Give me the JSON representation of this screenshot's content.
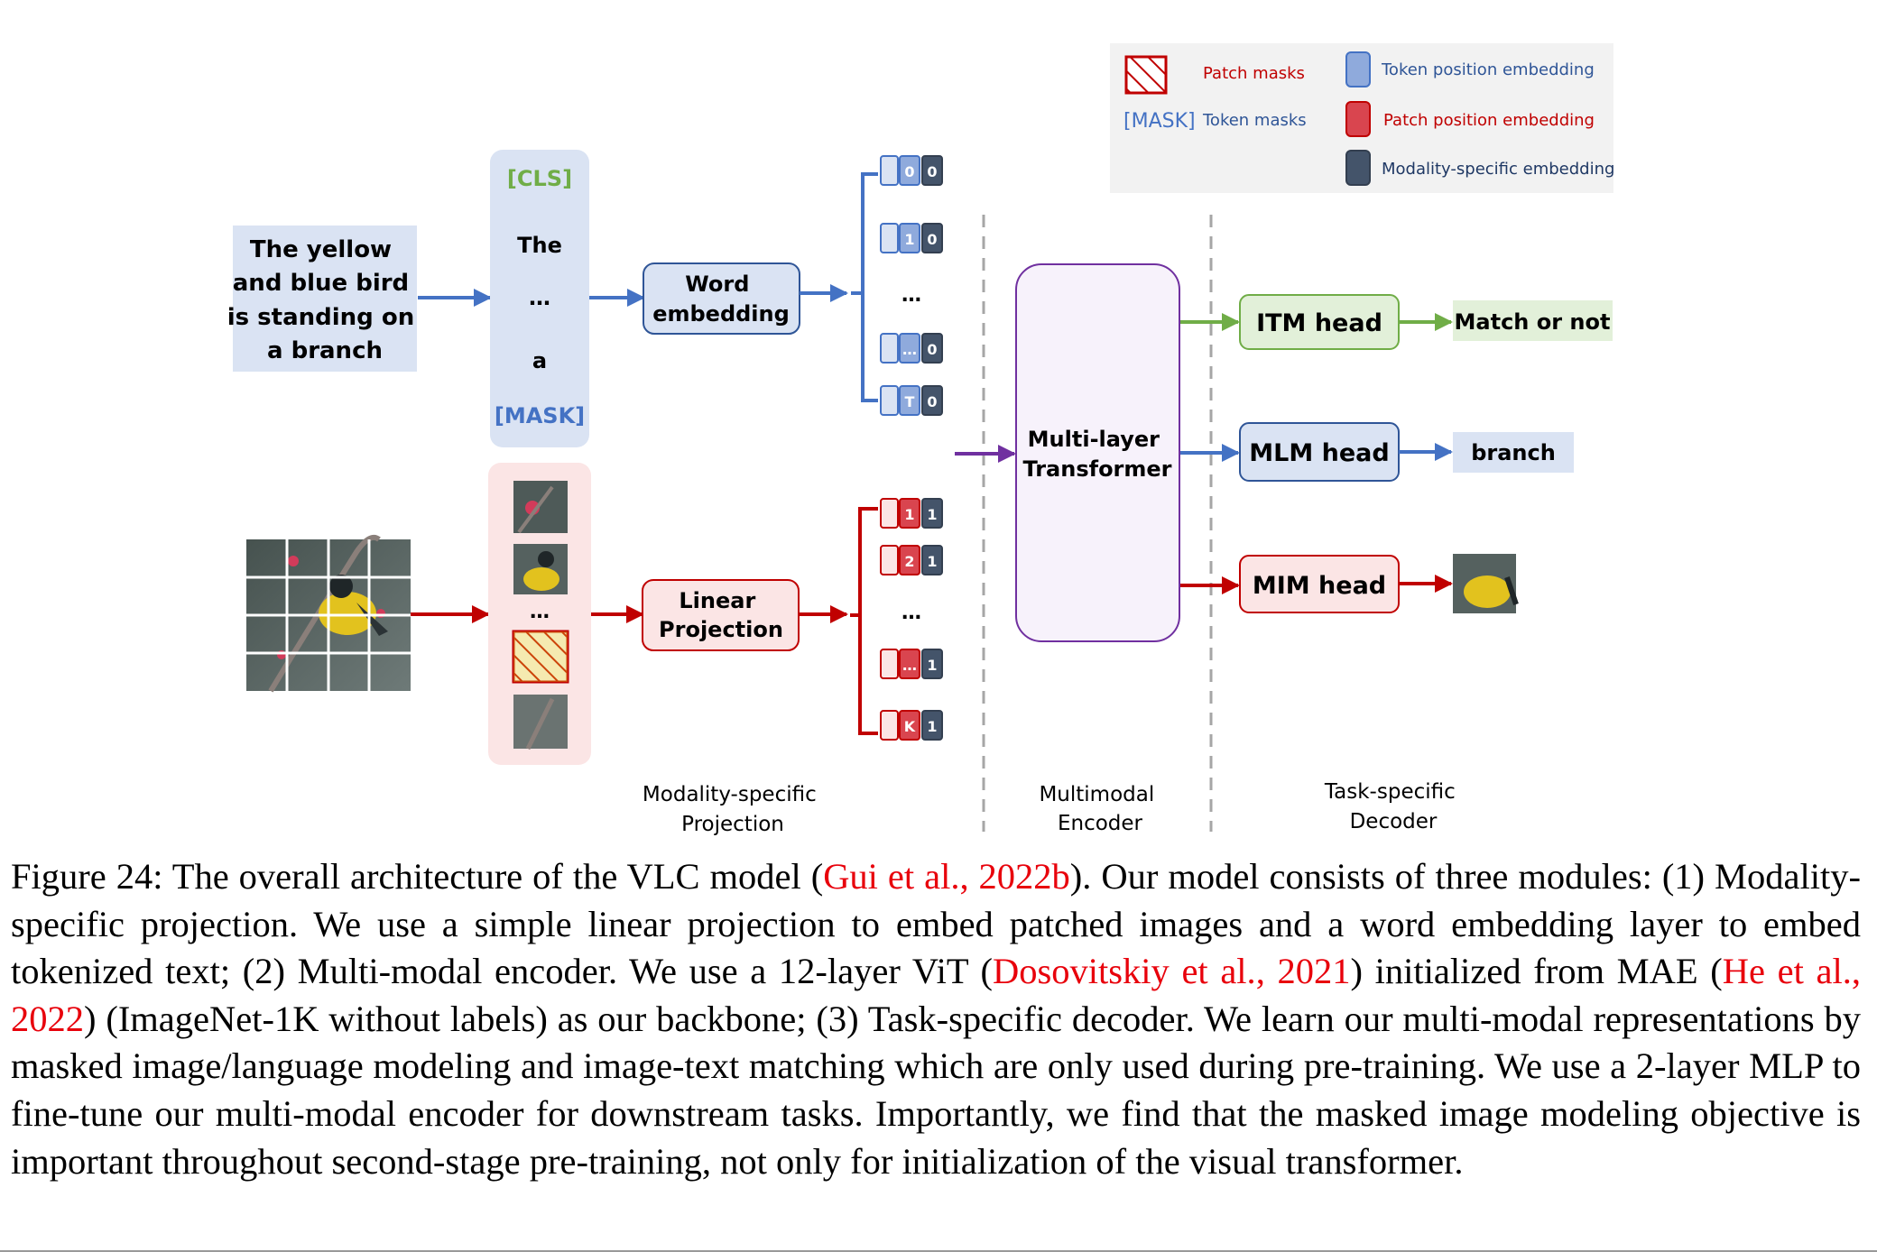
{
  "figure": {
    "input_text": [
      "The yellow",
      "and blue bird",
      "is standing on",
      "a branch"
    ],
    "tokens": {
      "cls": "[CLS]",
      "first": "The",
      "dots": "…",
      "last": "a",
      "mask": "[MASK]"
    },
    "image_seq_dots": "…",
    "word_embedding_label": [
      "Word",
      "embedding"
    ],
    "linear_projection_label": [
      "Linear",
      "Projection"
    ],
    "text_embeddings": [
      {
        "token": "0",
        "pos": "0"
      },
      {
        "token": "1",
        "pos": "0"
      },
      {
        "token": "…",
        "pos": "0"
      },
      {
        "token": "T",
        "pos": "0"
      }
    ],
    "text_embeddings_dots": "…",
    "patch_embeddings": [
      {
        "token": "1",
        "pos": "1"
      },
      {
        "token": "2",
        "pos": "1"
      },
      {
        "token": "…",
        "pos": "1"
      },
      {
        "token": "K",
        "pos": "1"
      }
    ],
    "patch_embeddings_dots": "…",
    "transformer_label": [
      "Multi-layer",
      "Transformer"
    ],
    "heads": [
      {
        "label": "ITM head",
        "output": "Match or not"
      },
      {
        "label": "MLM head",
        "output": "branch"
      },
      {
        "label": "MIM head",
        "output": ""
      }
    ],
    "section_labels": [
      [
        "Modality-specific",
        "Projection"
      ],
      [
        "Multimodal",
        "Encoder"
      ],
      [
        "Task-specific",
        "Decoder"
      ]
    ],
    "legend": {
      "patch_masks": "Patch masks",
      "mask_token": "[MASK]",
      "token_masks": "Token masks",
      "token_pos": "Token position embedding",
      "patch_pos": "Patch position embedding",
      "modality": "Modality-specific embedding"
    },
    "colors": {
      "blue": "#4472c4",
      "blue_fill": "#dae3f3",
      "light_blue": "#8faadc",
      "red": "#c00000",
      "red_fill": "#fbe5e5",
      "red_solid": "#d9454f",
      "green": "#70ad47",
      "green_fill": "#e2f0d9",
      "green_text": "#70ad47",
      "purple": "#7030a0",
      "purple_fill": "#f7f2fb",
      "dark_slate": "#44546a",
      "legend_bg": "#f2f2f2"
    }
  },
  "caption": {
    "label": "Figure 24:",
    "s1": "The overall architecture of the VLC model (",
    "c1_name": "Gui et al.",
    "c1_year": "2022b",
    "s2": "). Our model consists of three modules: (1) Modality-specific projection.  We use a simple linear projection to embed patched images and a word embedding layer to embed tokenized text; (2) Multi-modal encoder. We use a 12-layer ViT  (",
    "c2_name": "Dosovitskiy et al.",
    "c2_year": "2021",
    "s3": ") initialized from MAE (",
    "c3_name": "He et al.",
    "c3_year": "2022",
    "s4": ") (ImageNet-1K without labels) as our backbone; (3) Task-specific decoder. We learn our multi-modal representations by masked image/language modeling and image-text matching which are only used during pre-training. We use a 2-layer MLP to fine-tune our multi-modal encoder for downstream tasks. Importantly, we find that the masked image modeling objective is important throughout second-stage pre-training, not only for initialization of the visual transformer."
  }
}
